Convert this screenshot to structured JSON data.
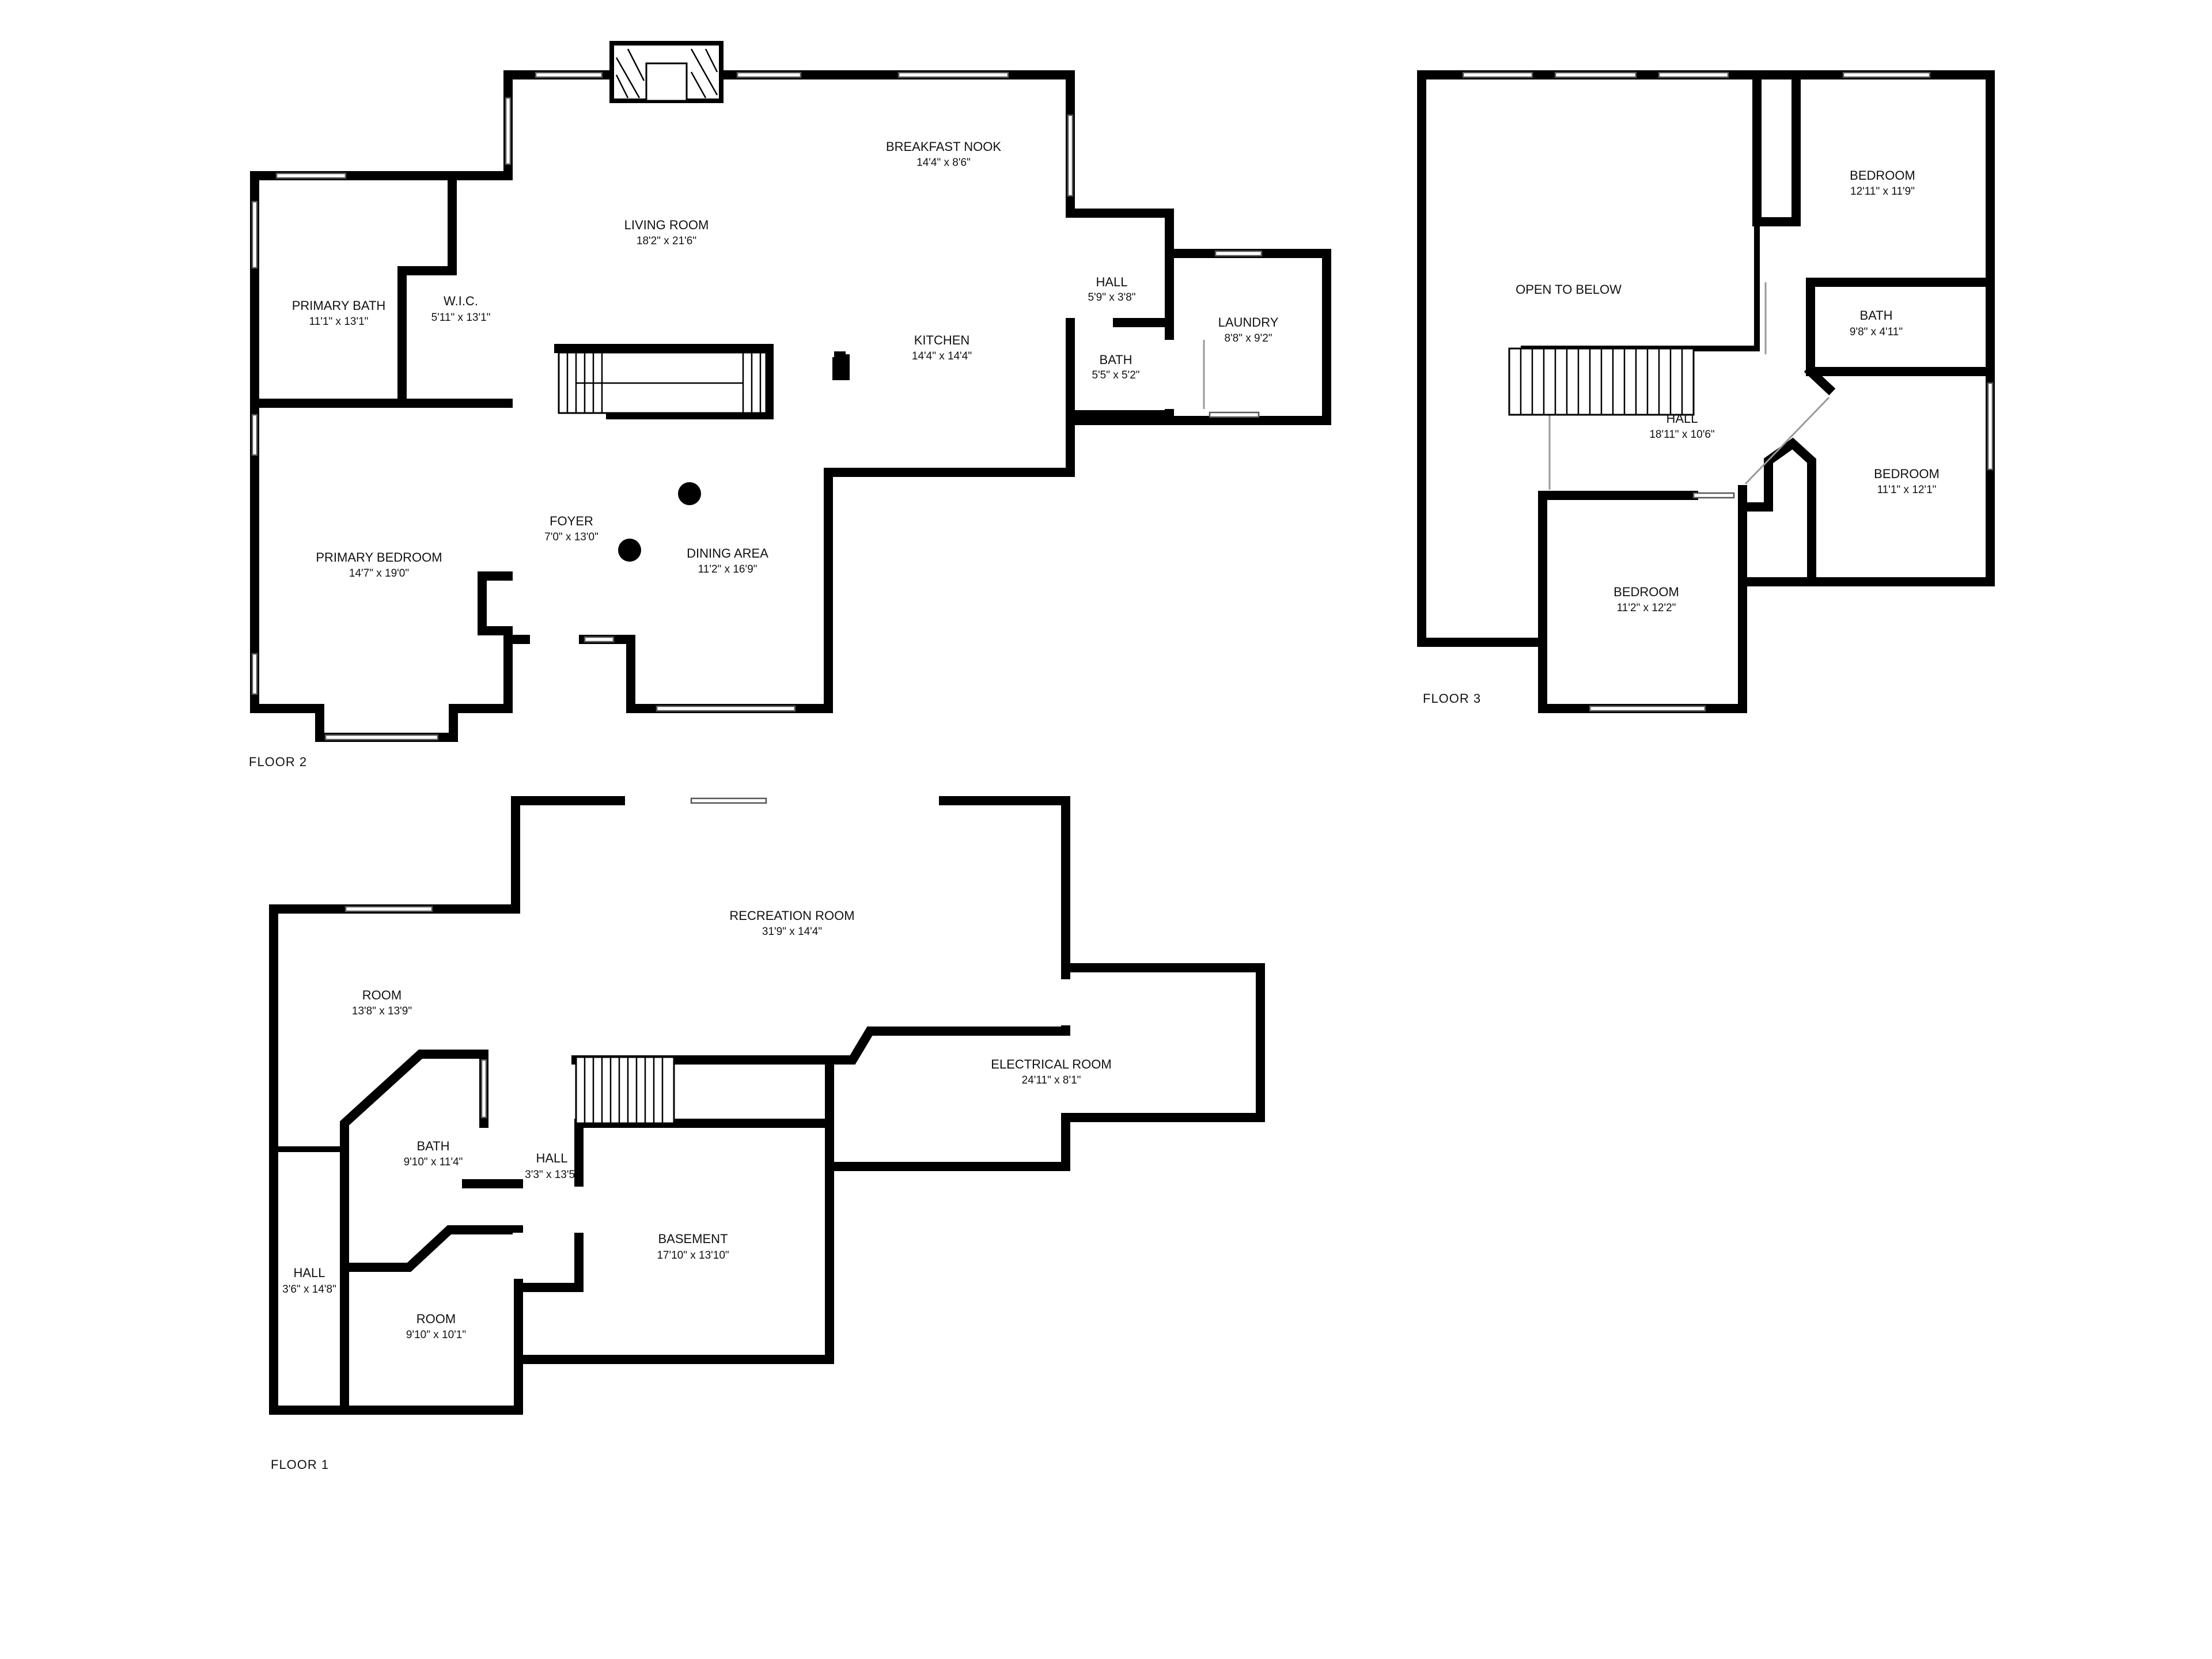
{
  "floors": {
    "floor2": {
      "label": "FLOOR 2",
      "rooms": {
        "breakfast_nook": {
          "name": "BREAKFAST NOOK",
          "dims": "14'4\" x 8'6\""
        },
        "living_room": {
          "name": "LIVING ROOM",
          "dims": "18'2\" x 21'6\""
        },
        "primary_bath": {
          "name": "PRIMARY BATH",
          "dims": "11'1\" x 13'1\""
        },
        "wic": {
          "name": "W.I.C.",
          "dims": "5'11\" x 13'1\""
        },
        "hall": {
          "name": "HALL",
          "dims": "5'9\" x 3'8\""
        },
        "laundry": {
          "name": "LAUNDRY",
          "dims": "8'8\" x 9'2\""
        },
        "kitchen": {
          "name": "KITCHEN",
          "dims": "14'4\" x 14'4\""
        },
        "bath": {
          "name": "BATH",
          "dims": "5'5\" x 5'2\""
        },
        "foyer": {
          "name": "FOYER",
          "dims": "7'0\" x 13'0\""
        },
        "dining_area": {
          "name": "DINING AREA",
          "dims": "11'2\" x 16'9\""
        },
        "primary_bedroom": {
          "name": "PRIMARY BEDROOM",
          "dims": "14'7\" x 19'0\""
        }
      }
    },
    "floor3": {
      "label": "FLOOR 3",
      "rooms": {
        "open_to_below": {
          "name": "OPEN TO BELOW",
          "dims": ""
        },
        "bedroom_ne": {
          "name": "BEDROOM",
          "dims": "12'11\" x 11'9\""
        },
        "bath": {
          "name": "BATH",
          "dims": "9'8\" x 4'11\""
        },
        "hall": {
          "name": "HALL",
          "dims": "18'11\" x 10'6\""
        },
        "bedroom_e": {
          "name": "BEDROOM",
          "dims": "11'1\" x 12'1\""
        },
        "bedroom_s": {
          "name": "BEDROOM",
          "dims": "11'2\" x 12'2\""
        }
      }
    },
    "floor1": {
      "label": "FLOOR 1",
      "rooms": {
        "recreation_room": {
          "name": "RECREATION ROOM",
          "dims": "31'9\" x 14'4\""
        },
        "room_nw": {
          "name": "ROOM",
          "dims": "13'8\" x 13'9\""
        },
        "electrical_room": {
          "name": "ELECTRICAL ROOM",
          "dims": "24'11\" x 8'1\""
        },
        "bath": {
          "name": "BATH",
          "dims": "9'10\" x 11'4\""
        },
        "hall_center": {
          "name": "HALL",
          "dims": "3'3\" x 13'5\""
        },
        "basement": {
          "name": "BASEMENT",
          "dims": "17'10\" x 13'10\""
        },
        "hall_west": {
          "name": "HALL",
          "dims": "3'6\" x 14'8\""
        },
        "room_sw": {
          "name": "ROOM",
          "dims": "9'10\" x 10'1\""
        }
      }
    }
  }
}
